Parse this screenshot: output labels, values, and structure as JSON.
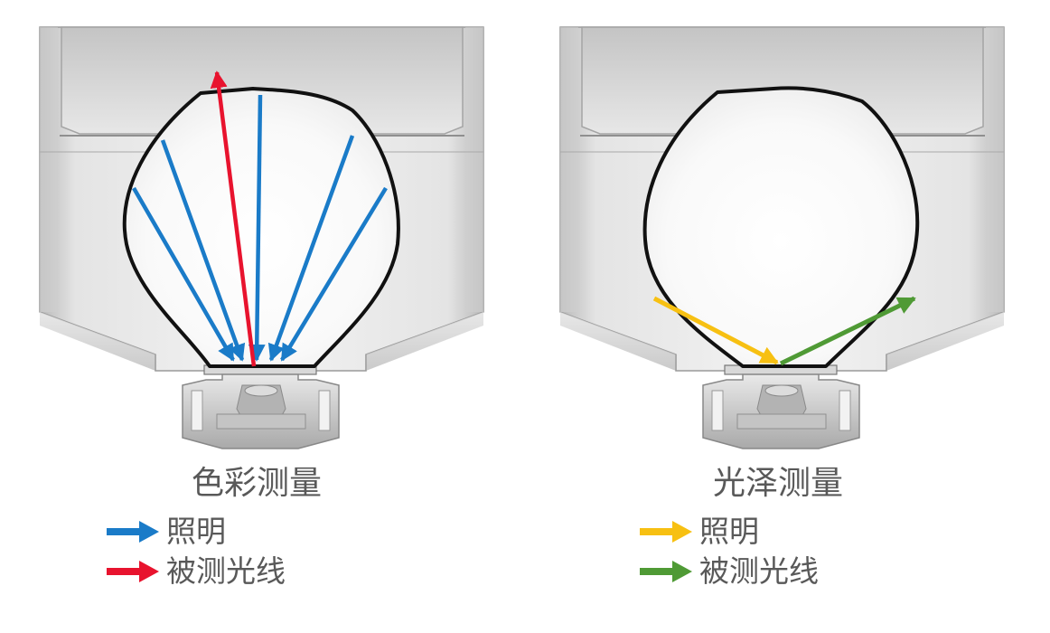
{
  "panels": [
    {
      "id": "color",
      "caption": "色彩测量",
      "legend": [
        {
          "label": "照明",
          "color": "#1a7bc8"
        },
        {
          "label": "被测光线",
          "color": "#e8132e"
        }
      ]
    },
    {
      "id": "gloss",
      "caption": "光泽测量",
      "legend": [
        {
          "label": "照明",
          "color": "#f7c012"
        },
        {
          "label": "被测光线",
          "color": "#4f9a35"
        }
      ]
    }
  ],
  "colors": {
    "illumination_blue": "#1a7bc8",
    "measured_red": "#e8132e",
    "illumination_yellow": "#f7c012",
    "measured_green": "#4f9a35",
    "text_gray": "#595959"
  }
}
